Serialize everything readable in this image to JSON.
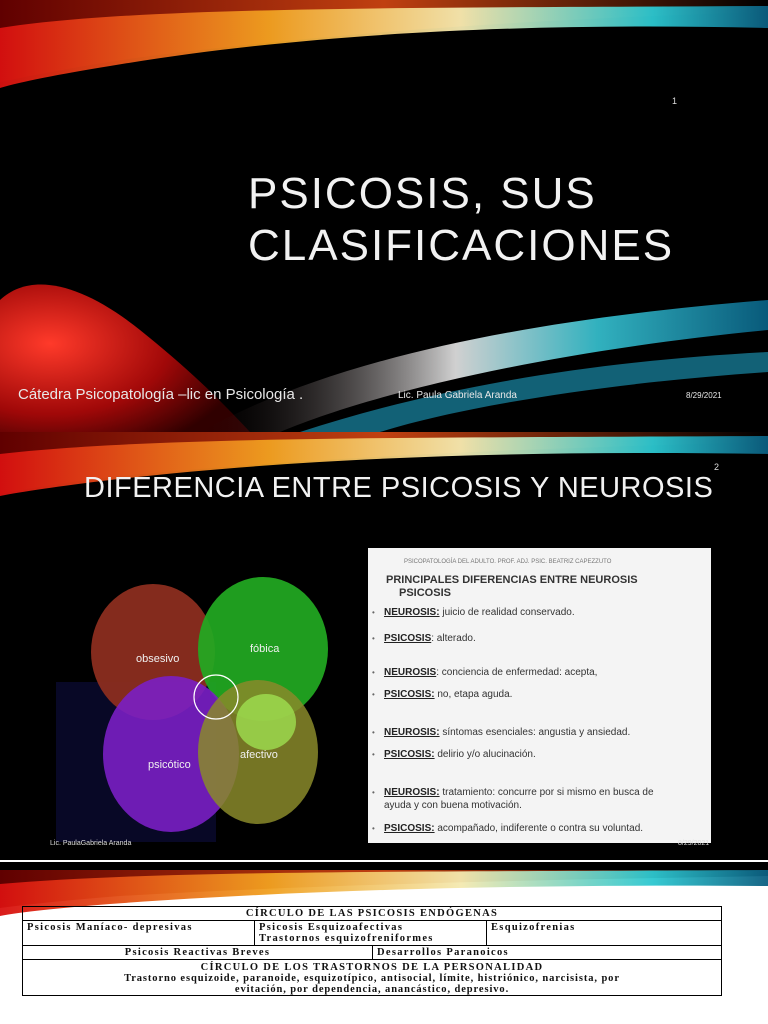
{
  "slide1": {
    "number": "1",
    "title_line1": "PSICOSIS, SUS",
    "title_line2": "CLASIFICACIONES",
    "footer_left": "Cátedra Psicopatología –lic en Psicología .",
    "footer_center": "Lic. Paula Gabriela Aranda",
    "footer_date": "8/29/2021"
  },
  "slide2": {
    "number": "2",
    "title": "DIFERENCIA ENTRE PSICOSIS Y NEUROSIS",
    "venn": {
      "labels": [
        "obsesivo",
        "fóbica",
        "psicótico",
        "afectivo"
      ],
      "colors": [
        "#8b2d1f",
        "#22aa22",
        "#7a1fc4",
        "#8a8a2a"
      ]
    },
    "panel": {
      "header": "PSICOPATOLOGÍA DEL ADULTO. PROF. ADJ. PSIC. BEATRIZ CAPEZZUTO",
      "title_line1": "PRINCIPALES DIFERENCIAS ENTRE NEUROSIS",
      "title_line2": "PSICOSIS",
      "items": [
        {
          "kw": "NEUROSIS:",
          "text": " juicio de realidad conservado.",
          "cont": ""
        },
        {
          "kw": "PSICOSIS",
          "text": ":   alterado.",
          "cont": ""
        },
        {
          "kw": "NEUROSIS",
          "text": ": conciencia de enfermedad: acepta,",
          "cont": ""
        },
        {
          "kw": "PSICOSIS:",
          "text": "  no, etapa aguda.",
          "cont": ""
        },
        {
          "kw": "NEUROSIS:",
          "text": " síntomas esenciales: angustia y ansiedad.",
          "cont": ""
        },
        {
          "kw": "PSICOSIS:",
          "text": "   delirio y/o alucinación.",
          "cont": ""
        },
        {
          "kw": "NEUROSIS:",
          "text": " tratamiento:  concurre por si mismo en busca de",
          "cont": "ayuda y con buena motivación."
        },
        {
          "kw": "PSICOSIS:",
          "text": " acompañado, indiferente o contra su voluntad.",
          "cont": ""
        }
      ]
    },
    "footer_left": "Lic. PaulaGabriela Aranda",
    "footer_date": "8/29/2021"
  },
  "slide3": {
    "table": {
      "header1": "CÍRCULO DE LAS PSICOSIS ENDÓGENAS",
      "row1": [
        "Psicosis Maníaco- depresivas",
        "Psicosis Esquizoafectivas",
        "Esquizofrenias"
      ],
      "row1_sub": "Trastornos esquizofreniformes",
      "row2": [
        "Psicosis Reactivas Breves",
        "Desarrollos Paranoicos"
      ],
      "header2": "CÍRCULO DE LOS TRASTORNOS DE LA PERSONALIDAD",
      "row3_line1": "Trastorno esquizoide, paranoide, esquizotípico, antisocial, límite, histriónico, narcisista, por",
      "row3_line2": "evitación, por dependencia, anancástico, depresivo."
    }
  }
}
